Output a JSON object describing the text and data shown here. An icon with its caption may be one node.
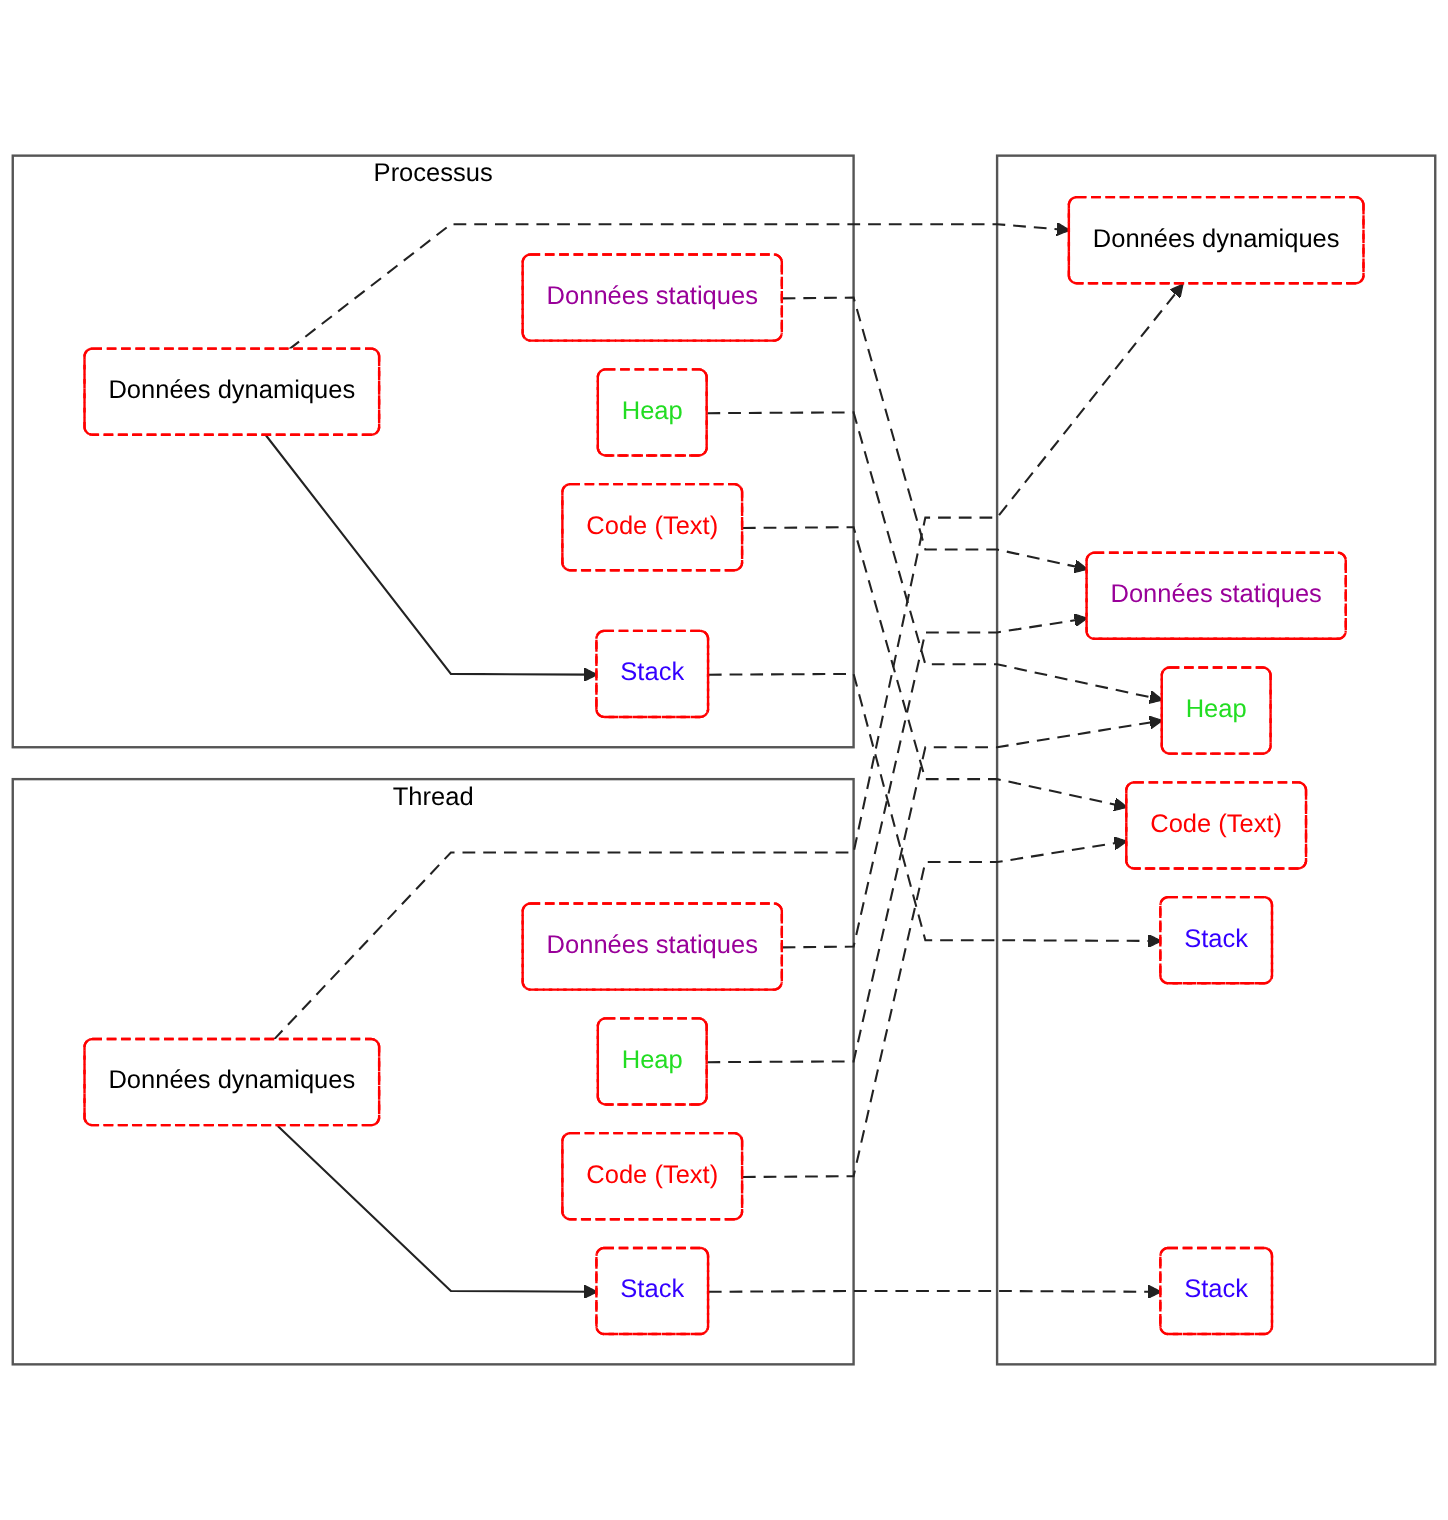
{
  "diagram": {
    "nodes": [
      {
        "text": [
          "Processus"
        ]
      },
      {
        "text": [
          "Stack"
        ],
        "in": 0
      },
      {
        "text": [
          "Données dynamiques"
        ],
        "in": 0
      },
      {
        "text": [
          "Heap"
        ],
        "in": 0
      },
      {
        "text": [
          "Données statiques"
        ],
        "in": 0
      },
      {
        "text": [
          "Code (Text)"
        ],
        "in": 0
      },
      {
        "text": [
          "Thread"
        ]
      },
      {
        "text": [
          "Stack"
        ],
        "in": 6
      },
      {
        "text": [
          "Données dynamiques"
        ],
        "in": 6
      },
      {
        "text": [
          "Heap"
        ],
        "in": 6
      },
      {
        "text": [
          "Données statiques"
        ],
        "in": 6
      },
      {
        "text": [
          "Code (Text)"
        ],
        "in": 6
      },
      {
        "text": [],
        "shape": "box"
      },
      {
        "text": [
          "Données dynamiques"
        ],
        "in": 12
      },
      {
        "text": [
          "Données statiques"
        ],
        "in": 12
      },
      {
        "text": [
          "Heap"
        ],
        "in": 12
      },
      {
        "text": [
          "Code (Text)"
        ],
        "in": 12
      },
      {
        "text": [
          "Stack"
        ],
        "in": 12
      },
      {
        "text": [
          "Stack"
        ],
        "in": 12
      }
    ],
    "edges": [
      {
        "from": 2,
        "to": 1,
        "arrow": "to"
      },
      {
        "from": 8,
        "to": 7,
        "arrow": "to"
      },
      {
        "from": 1,
        "to": 17,
        "arrow": "to",
        "style": "dashed"
      },
      {
        "from": 2,
        "to": 13,
        "arrow": "to",
        "style": "dashed"
      },
      {
        "from": 3,
        "to": 15,
        "arrow": "to",
        "style": "dashed"
      },
      {
        "from": 4,
        "to": 14,
        "arrow": "to",
        "style": "dashed"
      },
      {
        "from": 5,
        "to": 16,
        "arrow": "to",
        "style": "dashed"
      },
      {
        "from": 7,
        "to": 18,
        "arrow": "to",
        "style": "dashed"
      },
      {
        "from": 8,
        "to": 13,
        "arrow": "to",
        "style": "dashed"
      },
      {
        "from": 9,
        "to": 15,
        "arrow": "to",
        "style": "dashed"
      },
      {
        "from": 10,
        "to": 14,
        "arrow": "to",
        "style": "dashed"
      },
      {
        "from": 11,
        "to": 16,
        "arrow": "to",
        "style": "dashed"
      }
    ]
  }
}
